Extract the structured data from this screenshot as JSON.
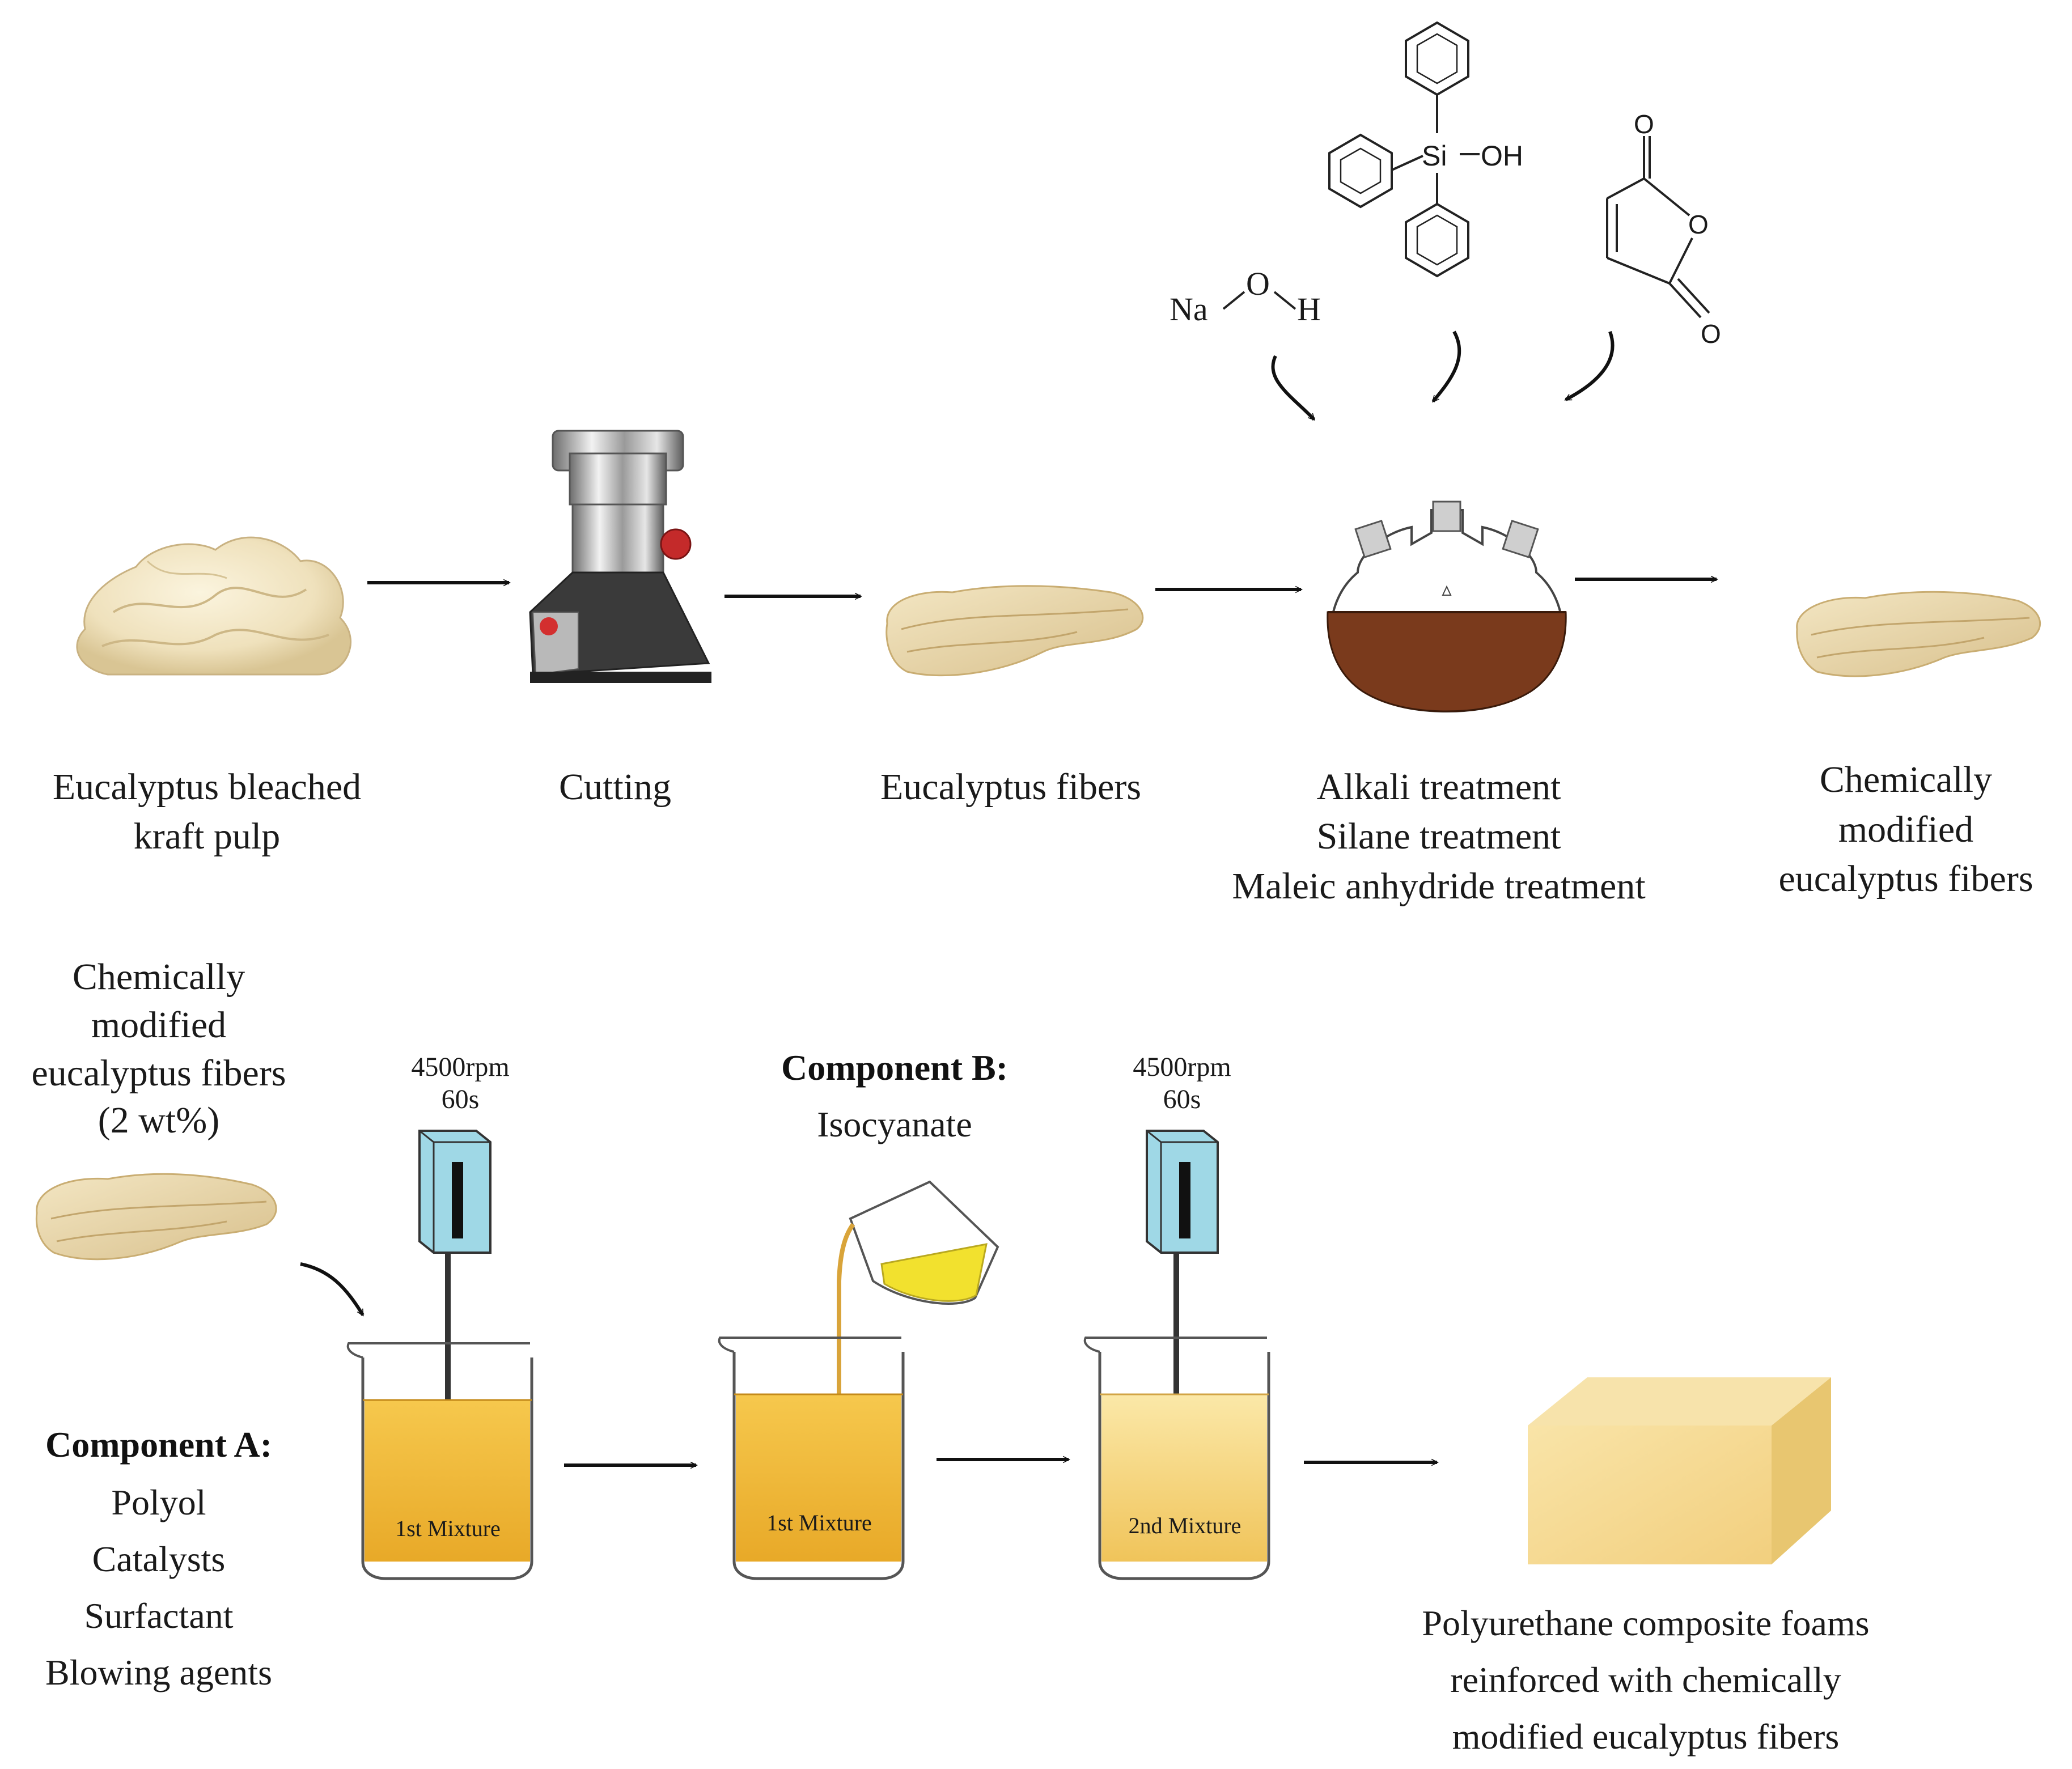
{
  "process": {
    "pulp_label_l1": "Eucalyptus bleached",
    "pulp_label_l2": "kraft pulp",
    "cutting_label": "Cutting",
    "fibers_label": "Eucalyptus fibers",
    "treatments": [
      "Alkali treatment",
      "Silane treatment",
      "Maleic anhydride  treatment"
    ],
    "modified_label": [
      "Chemically",
      "modified",
      "eucalyptus  fibers"
    ]
  },
  "reagents": {
    "naoh": {
      "na": "Na",
      "o": "O",
      "h": "H"
    },
    "silanol": {
      "si": "Si",
      "oh": "OH"
    },
    "maleic_anhydride": {
      "o_top": "O",
      "o_ring": "O",
      "o_bottom": "O"
    }
  },
  "foaming": {
    "fiber_label": [
      "Chemically",
      "modified",
      "eucalyptus  fibers",
      "(2 wt%)"
    ],
    "component_a_title": "Component A:",
    "component_a_items": [
      "Polyol",
      "Catalysts",
      "Surfactant",
      "Blowing agents"
    ],
    "mixer1_speed": "4500rpm",
    "mixer1_time": "60s",
    "component_b_title": "Component B:",
    "component_b_item": "Isocyanate",
    "mixer2_speed": "4500rpm",
    "mixer2_time": "60s",
    "beaker1_label": "1st Mixture",
    "beaker2_label": "1st Mixture",
    "beaker3_label": "2nd Mixture",
    "product_label": [
      "Polyurethane composite foams",
      "reinforced with chemically",
      "modified eucalyptus fibers"
    ]
  },
  "colors": {
    "pulp": "#f1e6c8",
    "fibers": "#e8d5a6",
    "reaction_liquid": "#7a3a1c",
    "mixture": "#efb93a",
    "isocyanate": "#f2e12e",
    "foam": "#f6d98e",
    "motor": "#9fd8e6"
  }
}
